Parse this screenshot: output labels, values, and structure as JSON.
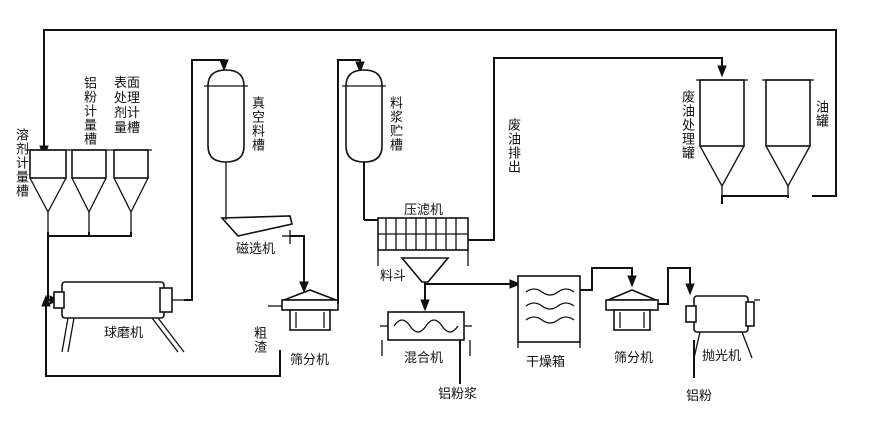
{
  "labels": {
    "solvent_tank": "溶剂计量槽",
    "al_powder_tank": "铝粉计量槽",
    "surface_agent_tank": "表面处理剂计量槽",
    "vacuum_tank": "真空料槽",
    "slurry_tank": "料浆贮槽",
    "waste_oil_out": "废油排出",
    "waste_oil_tank": "废油处理罐",
    "oil_tank": "油罐",
    "magnetic_separator": "磁选机",
    "filter_press": "压滤机",
    "hopper": "料斗",
    "ball_mill": "球磨机",
    "coarse_residue": "粗渣",
    "screener_1": "筛分机",
    "mixer": "混合机",
    "dryer": "干燥箱",
    "screener_2": "筛分机",
    "polisher": "抛光机",
    "al_paste": "铝粉浆",
    "al_powder": "铝粉"
  }
}
